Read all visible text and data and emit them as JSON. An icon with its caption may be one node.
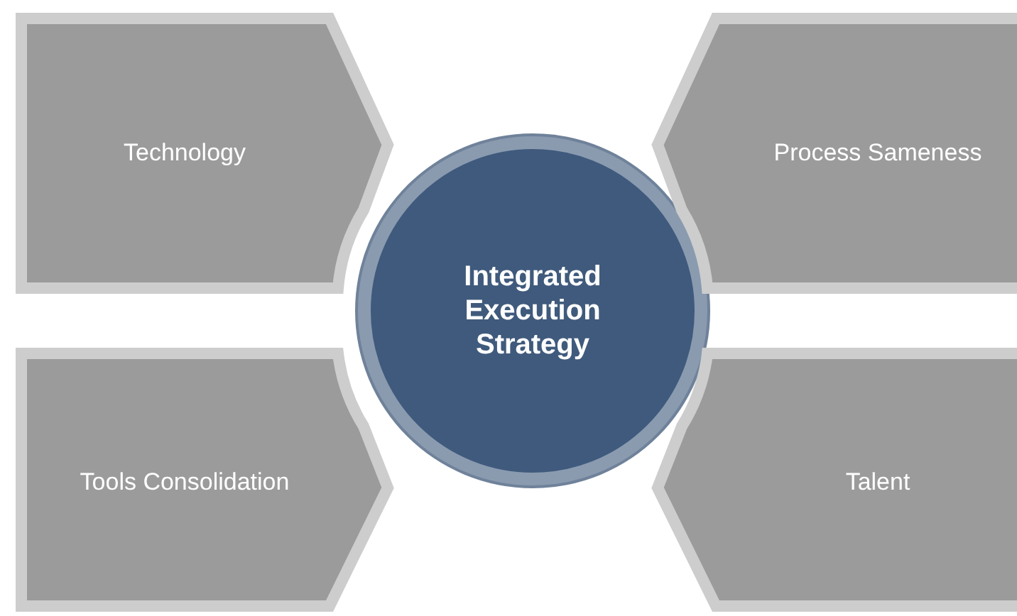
{
  "diagram": {
    "nodes": [
      {
        "text": [
          "Integrated Execution Strategy"
        ]
      },
      {
        "text": [
          "Technology"
        ]
      },
      {
        "text": [
          "Process Sameness"
        ]
      },
      {
        "text": [
          "Tools Consolidation"
        ]
      },
      {
        "text": [
          "Talent"
        ]
      }
    ]
  }
}
